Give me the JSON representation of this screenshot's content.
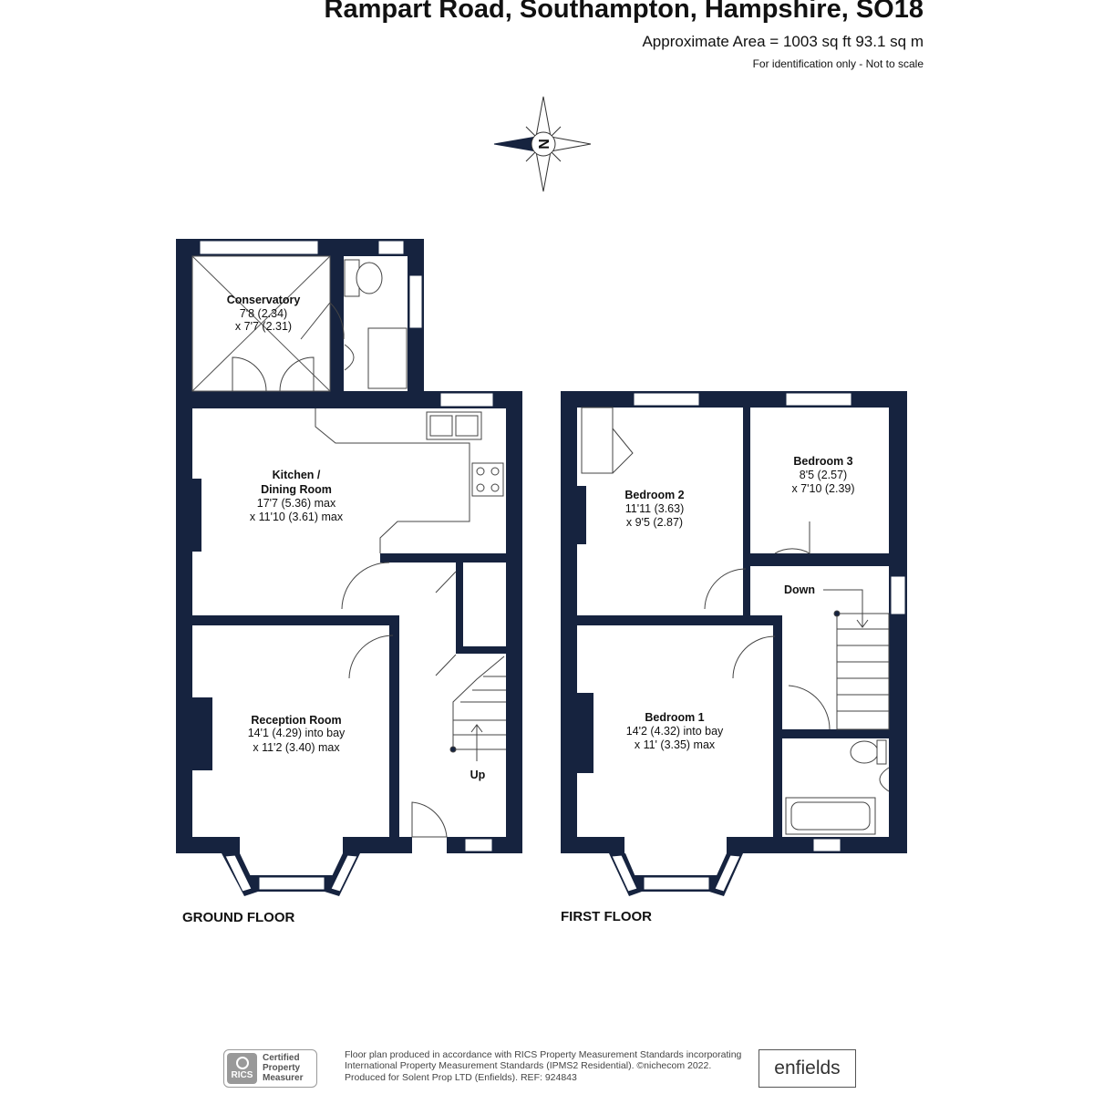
{
  "header": {
    "title": "Rampart Road, Southampton, Hampshire, SO18",
    "area": "Approximate Area = 1003 sq ft  93.1 sq m",
    "note": "For identification only - Not to scale"
  },
  "compass": {
    "letter": "N"
  },
  "floors": {
    "ground": {
      "label": "GROUND FLOOR",
      "conservatory": {
        "name": "Conservatory",
        "dim1": "7'8 (2.34)",
        "dim2": "x 7'7 (2.31)"
      },
      "kitchen": {
        "name1": "Kitchen /",
        "name2": "Dining Room",
        "dim1": "17'7 (5.36) max",
        "dim2": "x 11'10 (3.61) max"
      },
      "reception": {
        "name": "Reception Room",
        "dim1": "14'1 (4.29) into bay",
        "dim2": "x 11'2 (3.40) max"
      },
      "stairs_label": "Up"
    },
    "first": {
      "label": "FIRST FLOOR",
      "bedroom1": {
        "name": "Bedroom 1",
        "dim1": "14'2 (4.32) into bay",
        "dim2": "x 11' (3.35) max"
      },
      "bedroom2": {
        "name": "Bedroom 2",
        "dim1": "11'11 (3.63)",
        "dim2": "x 9'5 (2.87)"
      },
      "bedroom3": {
        "name": "Bedroom 3",
        "dim1": "8'5 (2.57)",
        "dim2": "x 7'10 (2.39)"
      },
      "stairs_label": "Down"
    }
  },
  "footer": {
    "line1": "Floor plan produced in accordance with RICS Property Measurement Standards incorporating",
    "line2": "International Property Measurement Standards (IPMS2 Residential).  ©nichecom 2022.",
    "line3": "Produced for Solent Prop LTD (Enfields).  REF:  924843",
    "rics_logo": "RICS",
    "rics_line1": "Certified",
    "rics_line2": "Property",
    "rics_line3": "Measurer",
    "brand": "enfields"
  },
  "colors": {
    "wall": "#16233f",
    "fixture": "#444444",
    "window": "#ffffff"
  }
}
